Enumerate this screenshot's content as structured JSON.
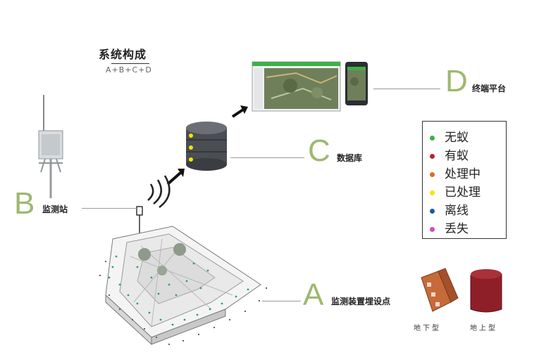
{
  "title": "系统构成",
  "subtitle": "A+B+C+D",
  "labels": {
    "a_letter": "A",
    "a_text": "监测装置埋设点",
    "b_letter": "B",
    "b_text": "监测站",
    "c_letter": "C",
    "c_text": "数据库",
    "d_letter": "D",
    "d_text": "终端平台"
  },
  "legend": [
    {
      "label": "无蚁",
      "color": "#3fae49"
    },
    {
      "label": "有蚁",
      "color": "#b5252f"
    },
    {
      "label": "处理中",
      "color": "#e06a2c"
    },
    {
      "label": "已处理",
      "color": "#f2e600"
    },
    {
      "label": "离线",
      "color": "#1b5aa3"
    },
    {
      "label": "丢失",
      "color": "#d54bb7"
    }
  ],
  "devices": {
    "underground": "地下型",
    "aboveground": "地上型"
  },
  "colors": {
    "accent_letter": "#9fb86f"
  }
}
